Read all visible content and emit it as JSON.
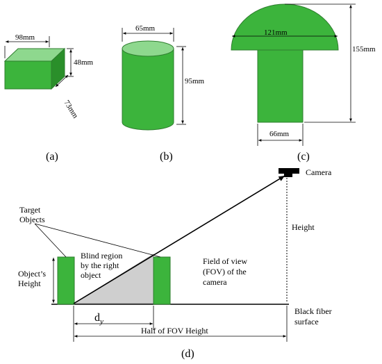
{
  "colors": {
    "object_fill": "#3cb43c",
    "object_light": "#8ed88e",
    "object_dark": "#2a8f2a",
    "object_stroke": "#2e7d2e",
    "blind_region": "#cfcfcf",
    "line": "#000000"
  },
  "panels": {
    "a": {
      "caption_open": "(",
      "caption_letter": "a",
      "caption_close": ")",
      "width": "98mm",
      "height": "48mm",
      "depth": "73mm"
    },
    "b": {
      "caption_open": "(",
      "caption_letter": "b",
      "caption_close": ")",
      "diameter": "65mm",
      "height": "95mm"
    },
    "c": {
      "caption_open": "(",
      "caption_letter": "c",
      "caption_close": ")",
      "cap_width": "121mm",
      "height": "155mm",
      "stem_width": "66mm"
    },
    "d": {
      "caption_open": "(",
      "caption_letter": "d",
      "caption_close": ")",
      "camera": "Camera",
      "height": "Height",
      "target_objects": [
        "Target",
        "Objects"
      ],
      "object_height": [
        "Object’s",
        "Height"
      ],
      "blind_region": [
        "Blind region",
        "by the right",
        "object"
      ],
      "fov": [
        "Field of view",
        "(FOV) of the",
        "camera"
      ],
      "dy_base": "d",
      "dy_sub": "y",
      "half_fov": "Half of FOV Height",
      "surface": [
        "Black fiber",
        "surface"
      ]
    }
  }
}
